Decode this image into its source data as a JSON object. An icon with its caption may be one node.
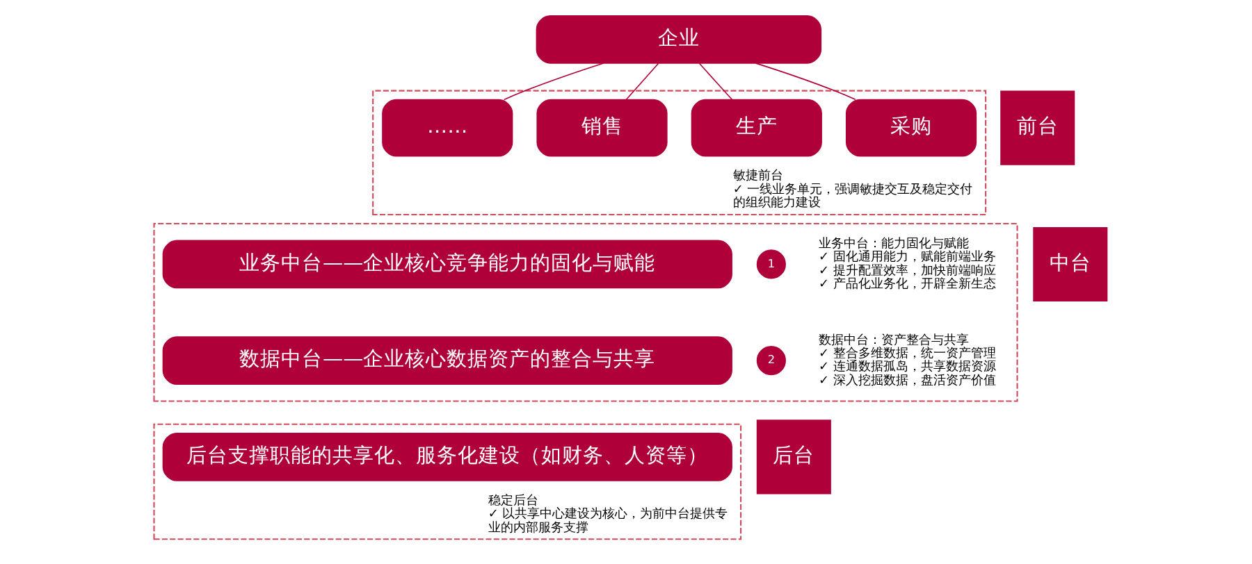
{
  "diagram": {
    "nodes": [
      {
        "text": [
          "企业"
        ]
      },
      {
        "text": [
          "前台"
        ]
      },
      {
        "text": [
          "敏捷前台",
          "✓ 一线业务单元，强调敏捷交互及稳定交付的组织能力建设"
        ]
      },
      {
        "text": [
          "采购"
        ],
        "in": 2
      },
      {
        "text": [
          "生产"
        ],
        "in": 2
      },
      {
        "text": [
          "销售"
        ],
        "in": 2
      },
      {
        "text": [
          "……"
        ],
        "in": 2
      },
      {
        "text": [
          "中台"
        ]
      },
      {
        "text": [],
        "shape": "box"
      },
      {
        "text": [
          "业务中台——企业核心竞争能力的固化与赋能"
        ],
        "in": 8
      },
      {
        "text": [
          "1"
        ],
        "in": 8,
        "beside": [
          "业务中台：能力固化与赋能",
          "✓ 固化通用能力，赋能前端业务",
          "✓ 提升配置效率，加快前端响应",
          "✓ 产品化业务化，开辟全新生态"
        ]
      },
      {
        "text": [
          "数据中台——企业核心数据资产的整合与共享"
        ],
        "in": 8
      },
      {
        "text": [
          "2"
        ],
        "in": 8,
        "beside": [
          "数据中台：资产整合与共享",
          "✓ 整合多维数据，统一资产管理",
          "✓ 连通数据孤岛，共享数据资源",
          "✓ 深入挖掘数据，盘活资产价值"
        ]
      },
      {
        "text": [
          "后台"
        ]
      },
      {
        "text": [
          "稳定后台",
          "✓ 以共享中心建设为核心，为前中台提供专业的内部服务支撑"
        ]
      },
      {
        "text": [
          "后台支撑职能的共享化、服务化建设（如财务、人资等）"
        ],
        "in": 14
      }
    ],
    "edges": [
      {
        "from": 0,
        "to": 3,
        "arrow": "none"
      },
      {
        "from": 0,
        "to": 4,
        "arrow": "none"
      },
      {
        "from": 0,
        "to": 5,
        "arrow": "none"
      },
      {
        "from": 0,
        "to": 6,
        "arrow": "none"
      }
    ]
  }
}
